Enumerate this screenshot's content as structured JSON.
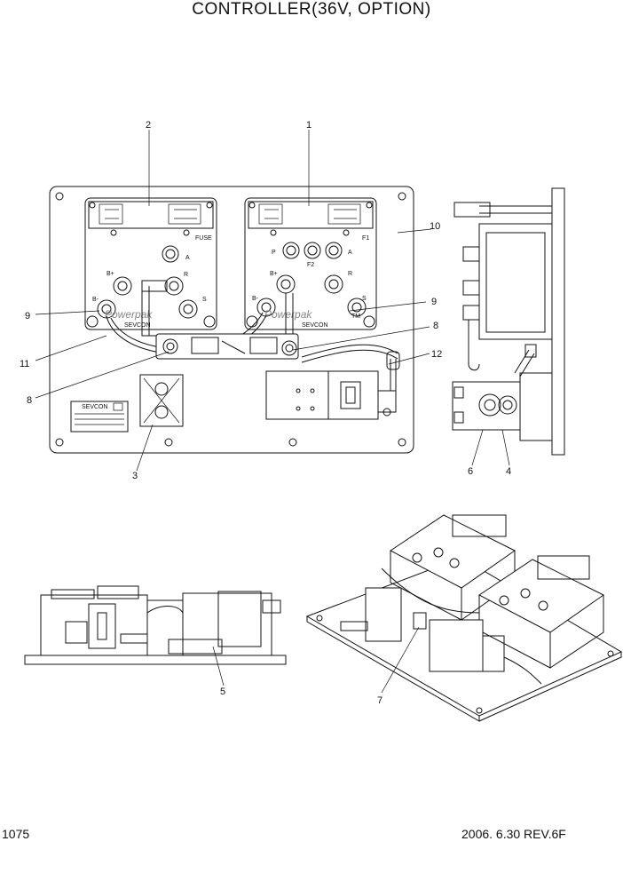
{
  "page": {
    "title": "CONTROLLER(36V, OPTION)",
    "page_number": "1075",
    "revision": "2006. 6.30  REV.6F"
  },
  "callouts": [
    "1",
    "2",
    "3",
    "4",
    "5",
    "6",
    "7",
    "8",
    "8",
    "9",
    "9",
    "10",
    "11",
    "12"
  ],
  "drawing_text": {
    "brand_1": "Powerpak",
    "brand_2": "SEVCON",
    "terminals": [
      "A",
      "B+",
      "B-",
      "R",
      "S",
      "P",
      "F1",
      "F2",
      "TM"
    ],
    "plate_label": "SEVCON"
  }
}
